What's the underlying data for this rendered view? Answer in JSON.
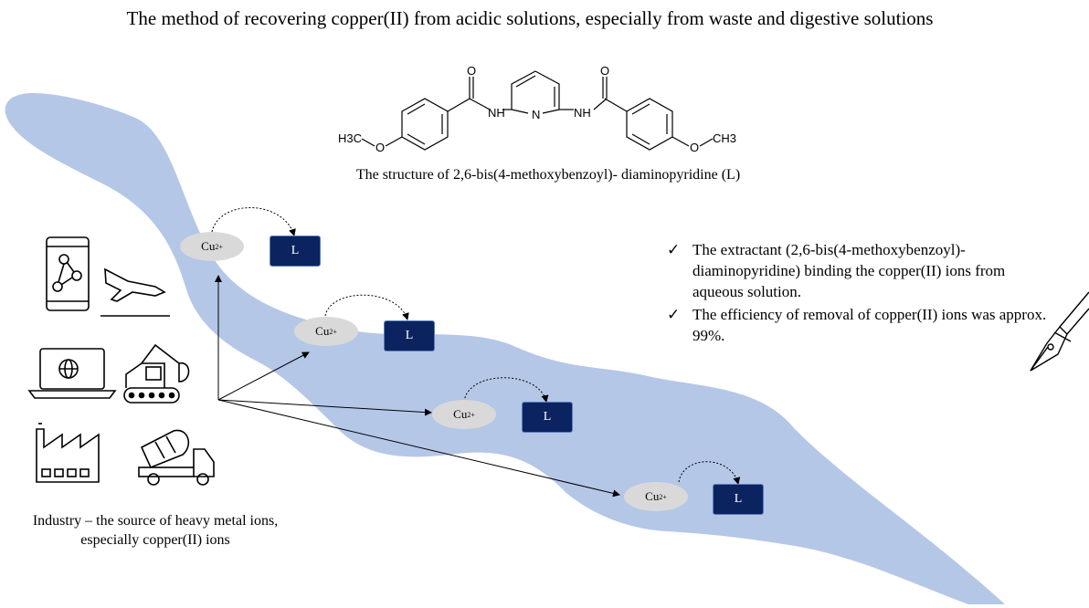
{
  "title": "The method of recovering copper(II) from acidic solutions, especially from waste and digestive solutions",
  "structure": {
    "caption": "The structure of 2,6-bis(4-methoxybenzoyl)- diaminopyridine (L)",
    "labels": {
      "o_left": "O",
      "o_right": "O",
      "nh_left": "NH",
      "nh_right": "NH",
      "n_ring": "N",
      "h3c": "H3C",
      "ch3": "CH3",
      "o_methoxy_left": "O",
      "o_methoxy_right": "O"
    }
  },
  "industry_caption_line1": "Industry – the source of heavy metal ions,",
  "industry_caption_line2": "especially copper(II) ions",
  "cu_label": "Cu",
  "cu_charge": "2+",
  "ligand_label": "L",
  "bullets": [
    "The extractant (2,6-bis(4-methoxybenzoyl)-diaminopyridine) binding the copper(II) ions from aqueous solution.",
    "The efficiency of removal of copper(II) ions was approx. 99%."
  ],
  "check_mark": "✓",
  "icons": [
    "smartphone-network-icon",
    "airplane-icon",
    "laptop-globe-icon",
    "excavator-icon",
    "factory-icon",
    "concrete-mixer-truck-icon",
    "fountain-pen-icon"
  ],
  "colors": {
    "river": "#b4c7e7",
    "cu_ellipse": "#d9d9d9",
    "ligand_box": "#0b2460",
    "ligand_border": "#5b7fbf"
  }
}
